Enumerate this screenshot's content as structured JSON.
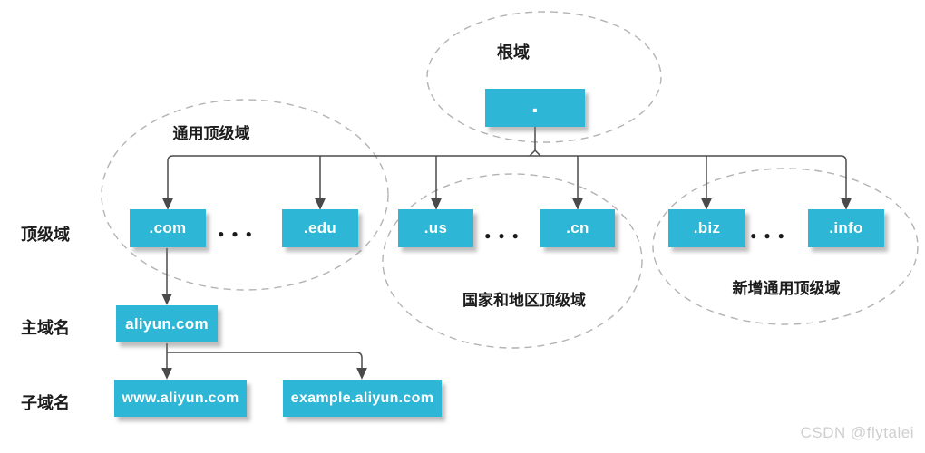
{
  "diagram": {
    "root_group_label": "根域",
    "root_node": ".",
    "dots": "●●●",
    "groups": [
      {
        "label": "通用顶级域",
        "nodes": [
          ".com",
          ".edu"
        ]
      },
      {
        "label": "国家和地区顶级域",
        "nodes": [
          ".us",
          ".cn"
        ]
      },
      {
        "label": "新增通用顶级域",
        "nodes": [
          ".biz",
          ".info"
        ]
      }
    ],
    "row_labels": [
      "顶级域",
      "主域名",
      "子域名"
    ],
    "main_domain": "aliyun.com",
    "subdomains": [
      "www.aliyun.com",
      "example.aliyun.com"
    ]
  },
  "watermark": "CSDN @flytalei",
  "colors": {
    "node_fill": "#2db6d5",
    "node_text": "#ffffff",
    "connector": "#4a4a4a",
    "ellipse_stroke": "#b3b3b3"
  }
}
